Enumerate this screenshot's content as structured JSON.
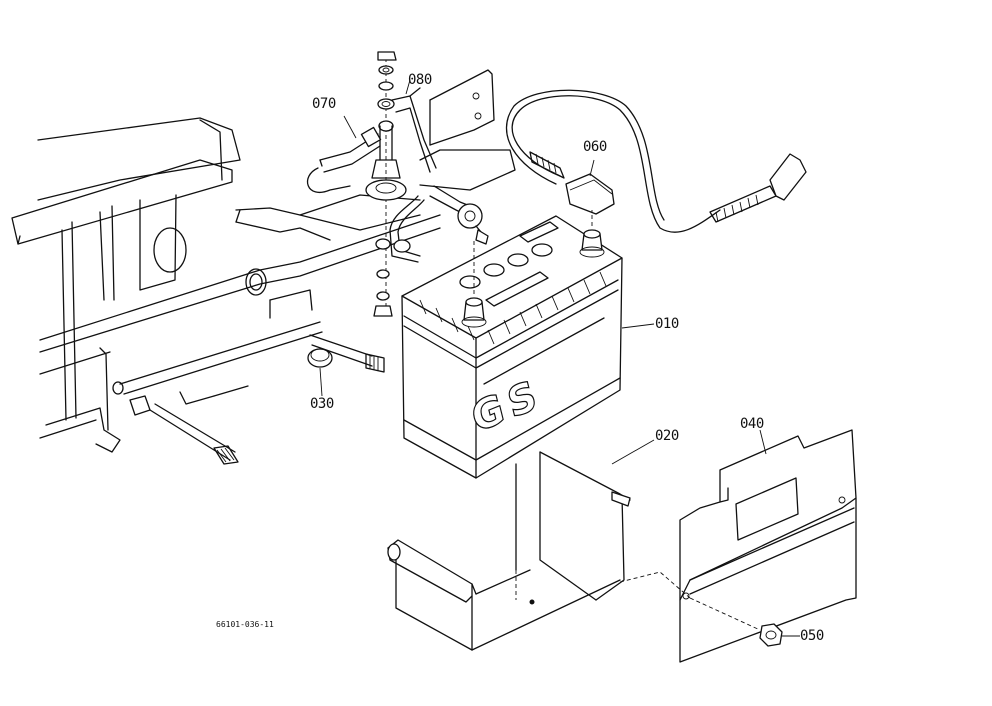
{
  "diagram": {
    "parts": [
      {
        "id": "010",
        "name": "battery"
      },
      {
        "id": "020",
        "name": "battery-tray"
      },
      {
        "id": "030",
        "name": "cap"
      },
      {
        "id": "040",
        "name": "battery-cover"
      },
      {
        "id": "050",
        "name": "nut"
      },
      {
        "id": "060",
        "name": "positive-cable"
      },
      {
        "id": "070",
        "name": "negative-cable"
      },
      {
        "id": "080",
        "name": "ground-strap"
      }
    ],
    "labels": {
      "p010": "010",
      "p020": "020",
      "p030": "030",
      "p040": "040",
      "p050": "050",
      "p060": "060",
      "p070": "070",
      "p080": "080"
    },
    "battery_marking": "GS",
    "drawing_number": "66101-036-11",
    "line_color": "#111111",
    "background": "#ffffff"
  }
}
